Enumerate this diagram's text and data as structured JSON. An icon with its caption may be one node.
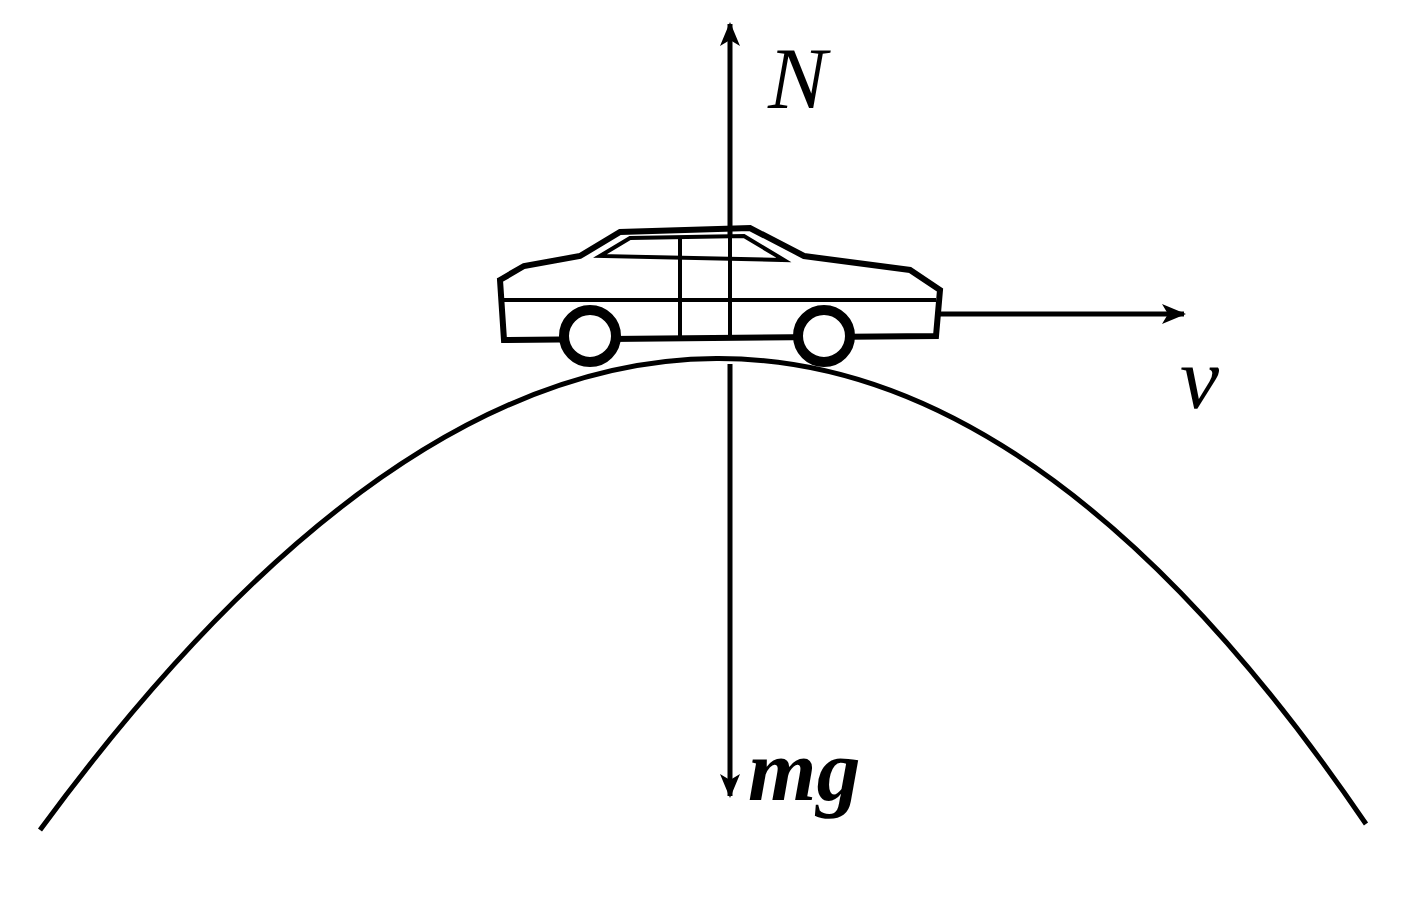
{
  "diagram": {
    "labels": [
      "N",
      "v",
      "mg"
    ]
  }
}
